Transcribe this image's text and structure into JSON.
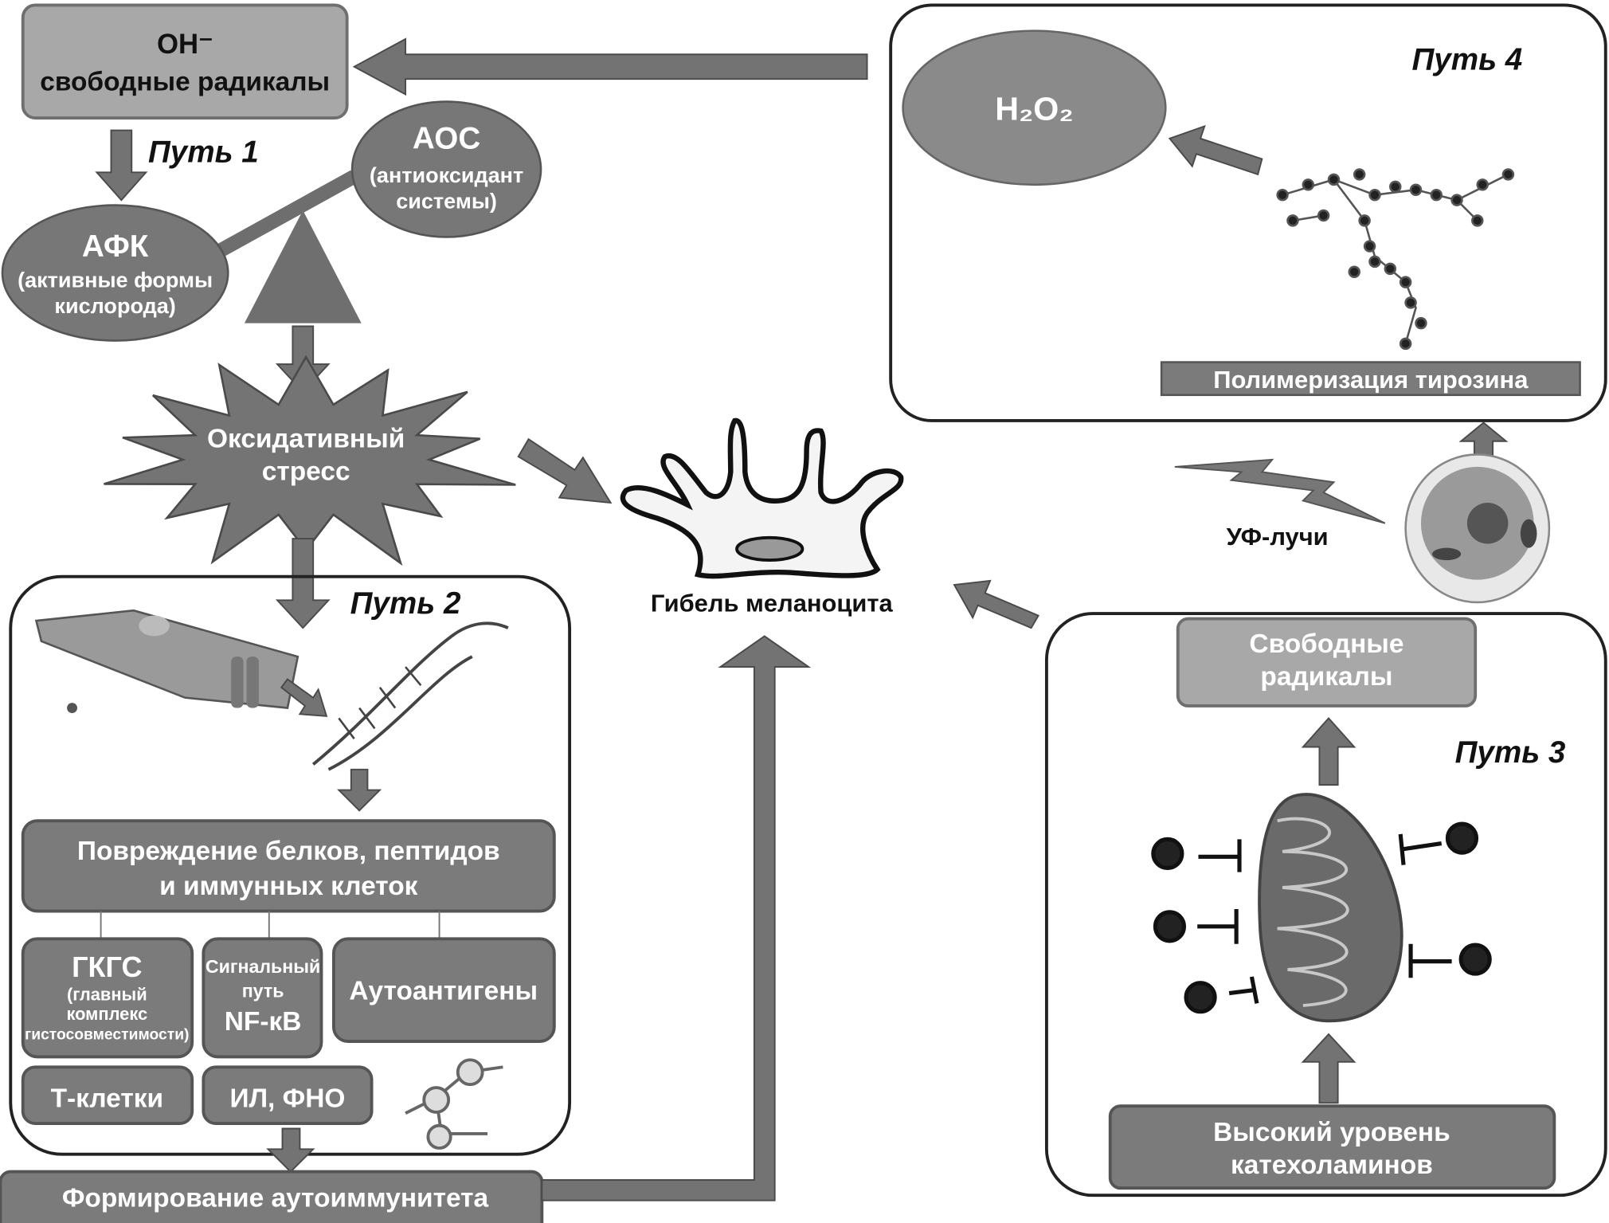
{
  "top_box": {
    "line1": "OH⁻",
    "line2": "свободные радикалы"
  },
  "path1": {
    "label": "Путь 1",
    "afk": {
      "title": "АФК",
      "line1": "(активные формы",
      "line2": "кислорода)"
    },
    "aoc": {
      "title": "АОС",
      "line1": "(антиоксидант",
      "line2": "системы)"
    }
  },
  "stress": {
    "line1": "Оксидативный",
    "line2": "стресс"
  },
  "melanocyte": {
    "label": "Гибель меланоцита"
  },
  "path2": {
    "label": "Путь 2",
    "damage": {
      "line1": "Повреждение белков, пептидов",
      "line2": "и иммунных клеток"
    },
    "mhc": {
      "title": "ГКГС",
      "line1": "(главный",
      "line2": "комплекс",
      "line3": "гистосовместимости)"
    },
    "nfkb": {
      "line1": "Сигнальный",
      "line2": "путь",
      "line3": "NF-кВ"
    },
    "autoantigens": "Аутоантигены",
    "tcells": "Т-клетки",
    "il_tnf": "ИЛ, ФНО",
    "autoimmunity": "Формирование аутоиммунитета"
  },
  "path4": {
    "label": "Путь 4",
    "h2o2": "H₂O₂",
    "tyrosine": "Полимеризация тирозина"
  },
  "uv": {
    "label": "УФ-лучи"
  },
  "path3": {
    "label": "Путь 3",
    "free_radicals": {
      "line1": "Свободные",
      "line2": "радикалы"
    },
    "catecholamines": {
      "line1": "Высокий уровень",
      "line2": "катехоламинов"
    }
  },
  "colors": {
    "box": "#7b7b7b",
    "light_box": "#a8a8a8",
    "arrow": "#737373",
    "frame": "#222222"
  }
}
